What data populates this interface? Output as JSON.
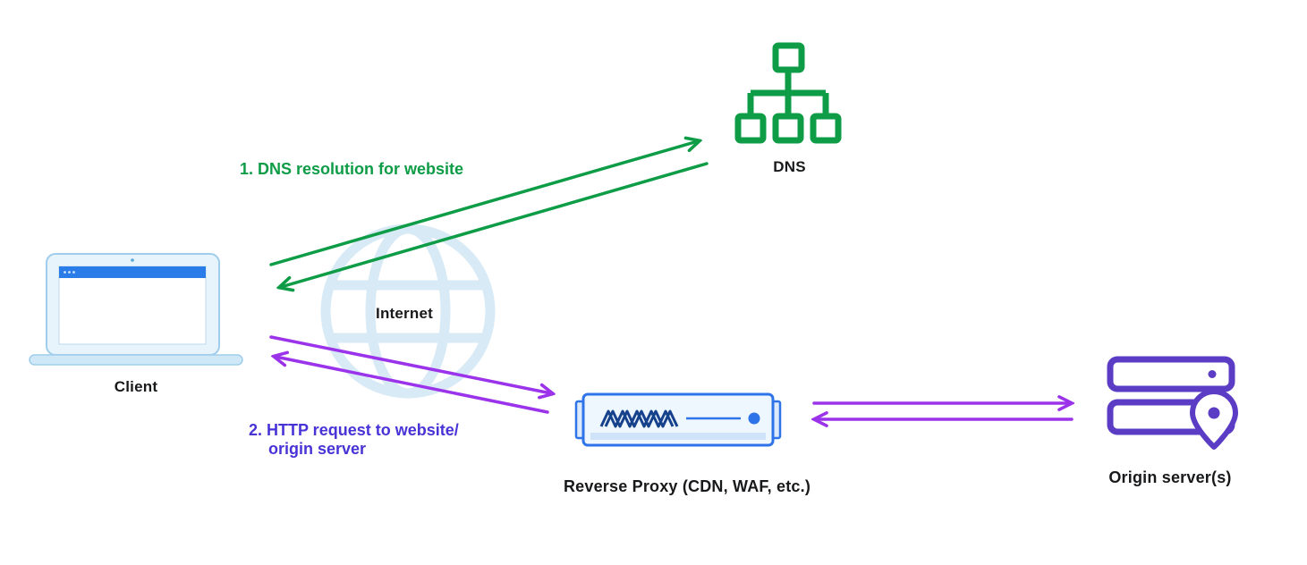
{
  "diagram": {
    "background": "#ffffff",
    "nodes": {
      "client": {
        "label": "Client",
        "icon": "laptop-icon"
      },
      "internet": {
        "label": "Internet",
        "icon": "globe-icon"
      },
      "dns": {
        "label": "DNS",
        "icon": "dns-tree-icon"
      },
      "reverse_proxy": {
        "label": "Reverse Proxy (CDN, WAF, etc.)",
        "icon": "proxy-server-icon"
      },
      "origin": {
        "label": "Origin server(s)",
        "icon": "origin-servers-icon"
      }
    },
    "annotations": {
      "step1": "1. DNS resolution for website",
      "step2_line1": "2. HTTP request to website/",
      "step2_line2": "origin server"
    },
    "connections": [
      {
        "from": "client",
        "to": "dns",
        "bidirectional": true,
        "color": "#0e9c47",
        "label_ref": "step1"
      },
      {
        "from": "client",
        "to": "reverse_proxy",
        "bidirectional": true,
        "color": "#9b33ea",
        "label_ref": "step2"
      },
      {
        "from": "reverse_proxy",
        "to": "origin",
        "bidirectional": true,
        "color": "#9b33ea"
      }
    ],
    "colors": {
      "green": "#0e9c47",
      "arrow_purple": "#9b33ea",
      "step2_text": "#4733d6",
      "origin_purple": "#5b3cc4",
      "proxy_blue": "#2e74e8",
      "proxy_pattern_navy": "#16418c",
      "laptop_blue": "#2a7de8",
      "laptop_fill": "#e8f4fc",
      "globe_pale": "#d8eaf6",
      "label_text": "#18191b"
    }
  }
}
